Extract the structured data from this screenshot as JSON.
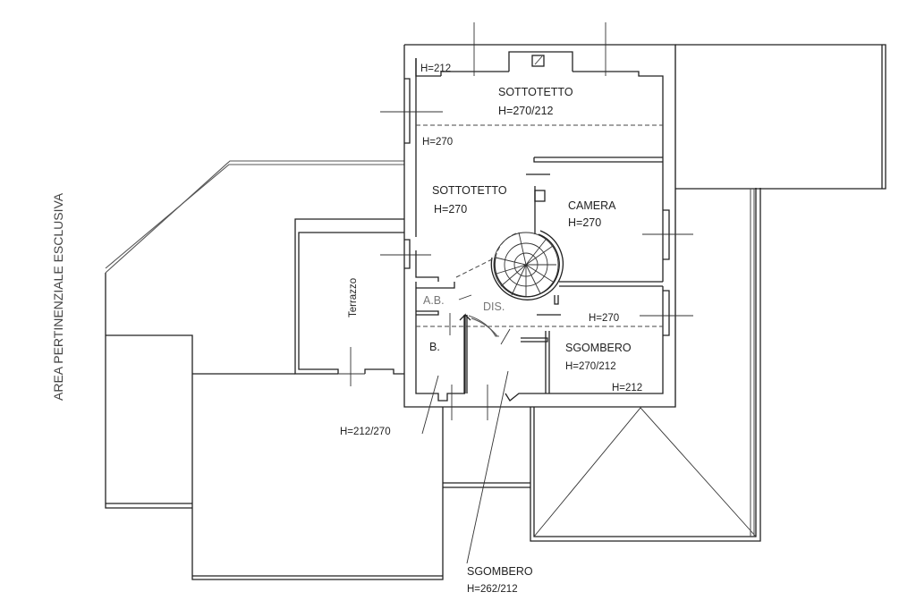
{
  "plan": {
    "side_label": "AREA PERTINENZIALE ESCLUSIVA",
    "terrace_label": "Terrazzo",
    "rooms": [
      {
        "name": "SOTTOTETTO",
        "height": "H=270/212"
      },
      {
        "name": "SOTTOTETTO",
        "height": "H=270"
      },
      {
        "name": "CAMERA",
        "height": "H=270"
      },
      {
        "name": "SGOMBERO",
        "height": "H=270/212"
      },
      {
        "name": "SGOMBERO",
        "height": "H=262/212"
      }
    ],
    "small_rooms": {
      "ab": "A.B.",
      "dis": "DIS.",
      "b": "B."
    },
    "heights": {
      "top_left": "H=212",
      "upper_270": "H=270",
      "corridor_270": "H=270",
      "sgombero_212": "H=212",
      "bath_outside": "H=212/270"
    }
  }
}
